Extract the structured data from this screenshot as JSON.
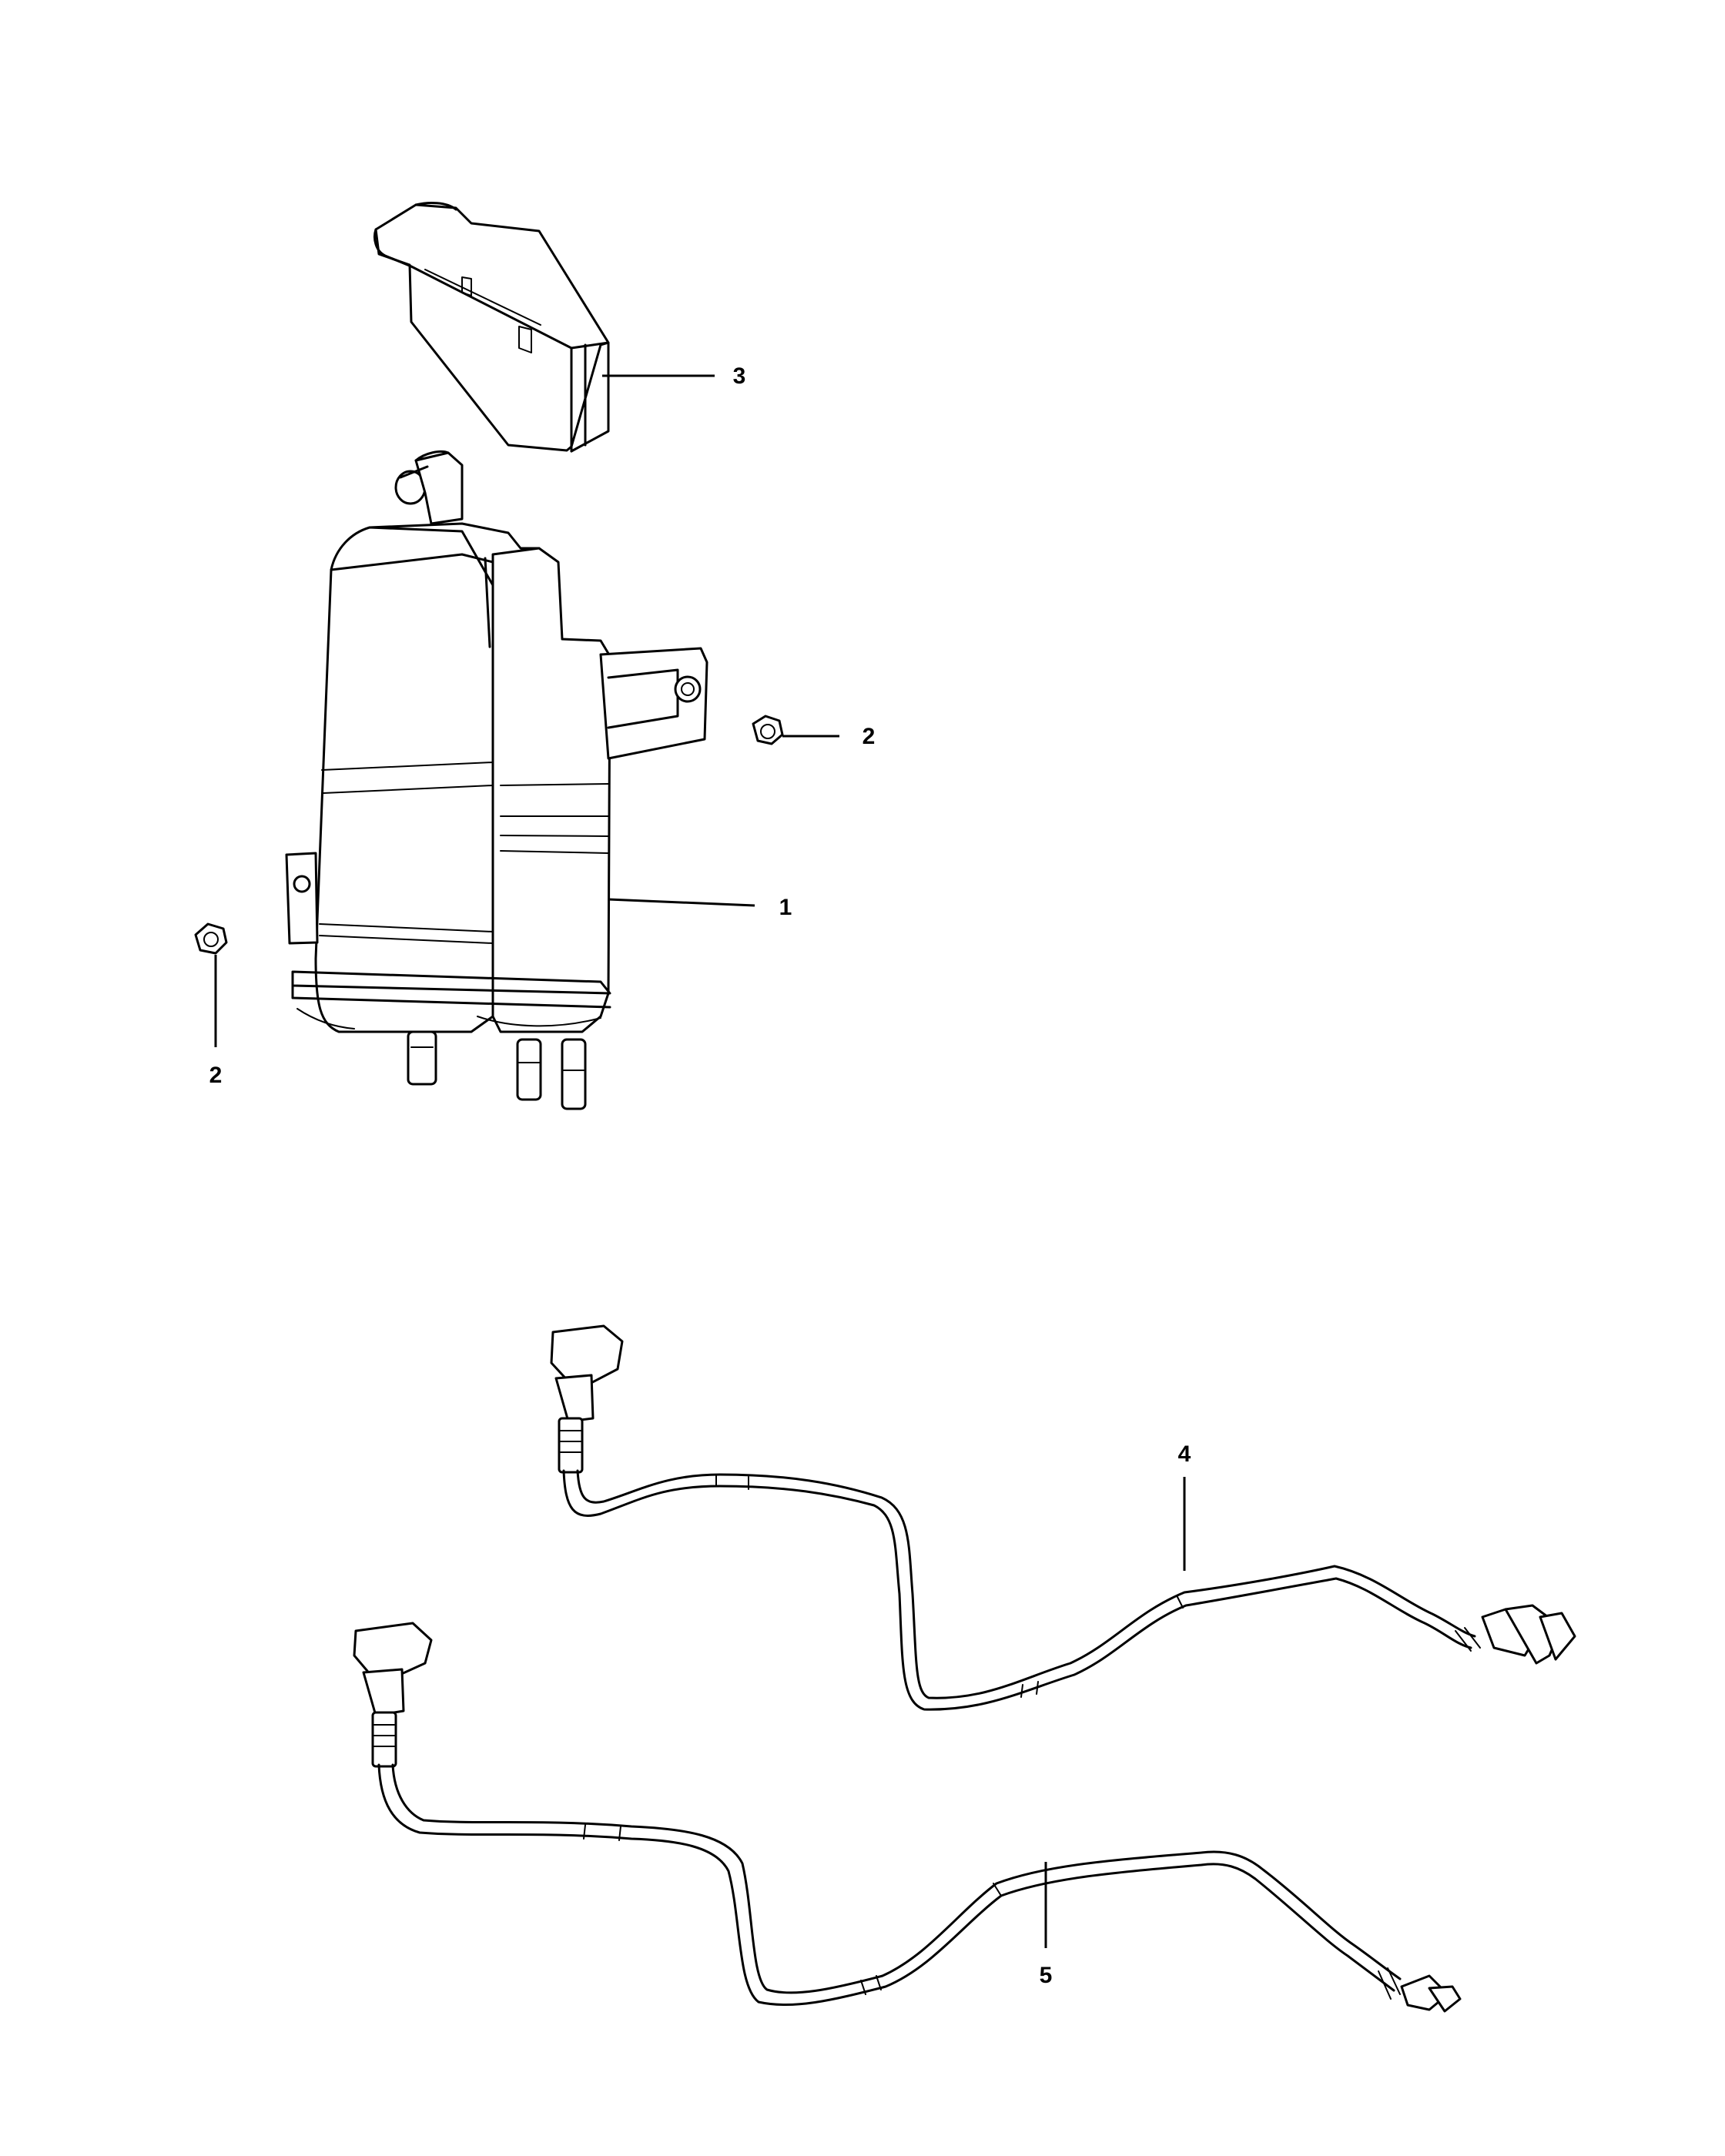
{
  "callouts": [
    {
      "id": "c3",
      "label": "3"
    },
    {
      "id": "c2a",
      "label": "2"
    },
    {
      "id": "c1",
      "label": "1"
    },
    {
      "id": "c2b",
      "label": "2"
    },
    {
      "id": "c4",
      "label": "4"
    },
    {
      "id": "c5",
      "label": "5"
    }
  ],
  "colors": {
    "line": "#000000",
    "background": "#ffffff"
  }
}
